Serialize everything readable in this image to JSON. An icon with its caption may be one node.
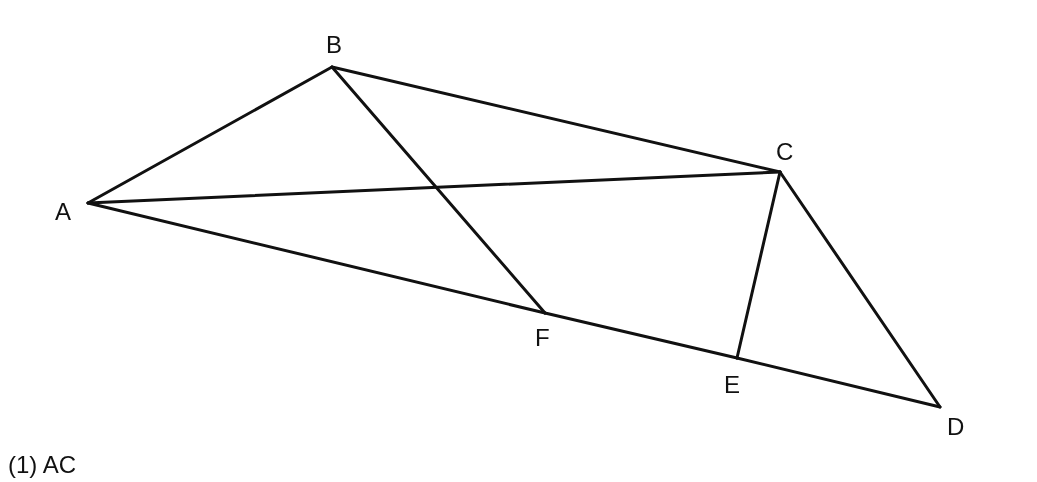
{
  "diagram": {
    "nodes": [
      {
        "text": [
          "A"
        ]
      },
      {
        "text": [
          "B"
        ]
      },
      {
        "text": [
          "C"
        ]
      },
      {
        "text": [
          "D"
        ]
      },
      {
        "text": [
          "E"
        ]
      },
      {
        "text": [
          "F"
        ]
      }
    ],
    "edges": [
      {
        "from": 0,
        "to": 1,
        "arrow": "none"
      },
      {
        "from": 1,
        "to": 2,
        "arrow": "none"
      },
      {
        "from": 0,
        "to": 2,
        "arrow": "none"
      },
      {
        "from": 1,
        "to": 5,
        "arrow": "none"
      },
      {
        "from": 0,
        "to": 5,
        "arrow": "none"
      },
      {
        "from": 5,
        "to": 4,
        "arrow": "none"
      },
      {
        "from": 4,
        "to": 3,
        "arrow": "none"
      },
      {
        "from": 2,
        "to": 4,
        "arrow": "none"
      },
      {
        "from": 2,
        "to": 3,
        "arrow": "none"
      }
    ],
    "labels": [
      "(1) AC"
    ]
  }
}
